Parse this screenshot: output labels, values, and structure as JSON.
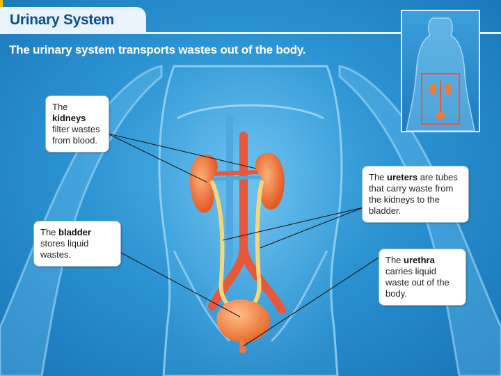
{
  "header": {
    "title": "Urinary System",
    "subtitle": "The urinary system transports wastes out of the body."
  },
  "callouts": {
    "kidneys": {
      "pre": "The ",
      "term": "kidneys",
      "post": " filter wastes from blood."
    },
    "ureters": {
      "pre": "The ",
      "term": "ureters",
      "post": " are tubes that carry waste from the kidneys to the bladder."
    },
    "bladder": {
      "pre": "The ",
      "term": "bladder",
      "post": " stores liquid wastes."
    },
    "urethra": {
      "pre": "The ",
      "term": "urethra",
      "post": " carries liquid waste out of the body."
    }
  },
  "colors": {
    "background": "#2b93d2",
    "organ": "#f07a3c",
    "ureter": "#f3d77a",
    "vein": "#4fa8e0",
    "artery": "#e8573a",
    "highlight_box": "#e8573a"
  }
}
